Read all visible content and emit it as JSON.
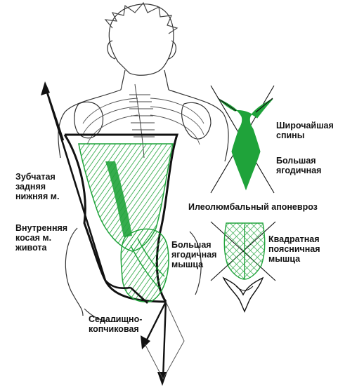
{
  "labels": {
    "serratus": "Зубчатая\nзадняя\nнижняя м.",
    "oblique": "Внутренняя\nкосая м.\nживота",
    "sacrococcygeal": "Седалищно-\nкопчиковая",
    "gluteus_mid": "Большая\nягодичная\nмышца",
    "latissimus": "Широчайшая\nспины",
    "gluteus_right": "Большая\nягодичная",
    "aponeurosis": "Илеолюмбальный апоневроз",
    "quadratus": "Квадратная\nпоясничная\nмышца"
  },
  "colors": {
    "muscle_green": "#1fa33a",
    "ink": "#111111",
    "background": "#ffffff"
  },
  "icons": [
    "arrow-up-left",
    "arrow-down",
    "arrow-down-left"
  ]
}
